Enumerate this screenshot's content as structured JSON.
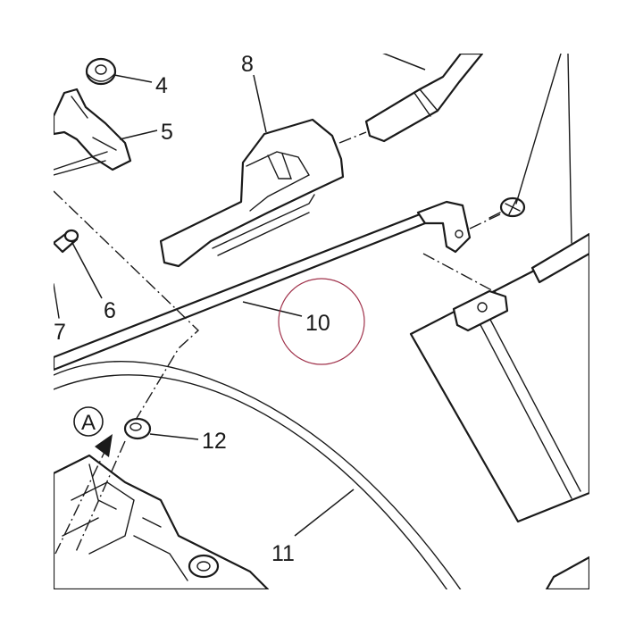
{
  "diagram": {
    "labels": {
      "n4": "4",
      "n5": "5",
      "n6": "6",
      "n7": "7",
      "n8": "8",
      "n10": "10",
      "n11": "11",
      "n12": "12",
      "view_a": "A"
    },
    "highlight_color": "#a0324b",
    "line_color": "#1a1a1a"
  }
}
